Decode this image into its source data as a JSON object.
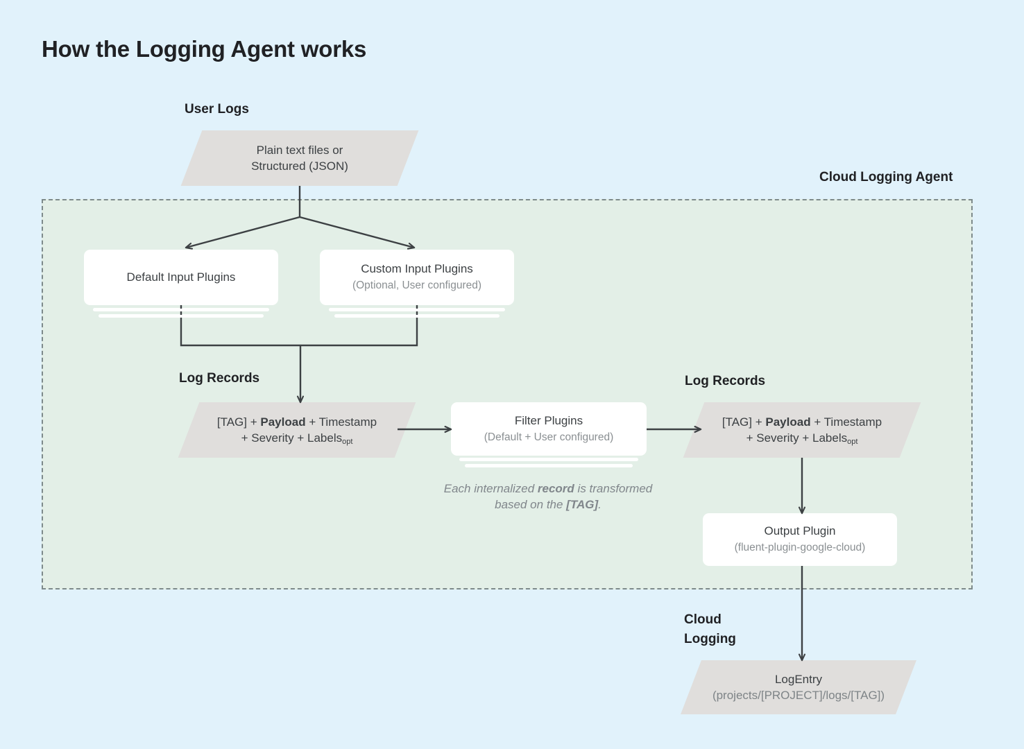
{
  "title": "How the Logging Agent works",
  "colors": {
    "page_background": "#e1f2fb",
    "agent_panel_background": "#e3efe7",
    "agent_panel_border": "#7d8a8a",
    "parallelogram_fill": "#e0dedc",
    "card_fill": "#ffffff",
    "connector": "#3c4043",
    "text_primary": "#202124",
    "text_secondary": "#3c4043",
    "text_muted": "#80868b"
  },
  "labels": {
    "user_logs": "User Logs",
    "cloud_logging_agent": "Cloud Logging Agent",
    "log_records_left": "Log Records",
    "log_records_right": "Log Records",
    "cloud_logging": "Cloud\nLogging"
  },
  "nodes": {
    "user_logs_source": {
      "shape": "parallelogram",
      "line1": "Plain text files or",
      "line2": "Structured (JSON)"
    },
    "default_input_plugins": {
      "shape": "card-stacked",
      "title": "Default Input Plugins",
      "subtitle": ""
    },
    "custom_input_plugins": {
      "shape": "card-stacked",
      "title": "Custom Input Plugins",
      "subtitle": "(Optional, User configured)"
    },
    "log_records_left": {
      "shape": "parallelogram",
      "line1_a": "[TAG] + ",
      "line1_b": "Payload",
      "line1_c": " + Timestamp",
      "line2": "+ Severity + Labels",
      "line2_sub": "opt"
    },
    "filter_plugins": {
      "shape": "card-stacked",
      "title": "Filter Plugins",
      "subtitle": "(Default + User configured)"
    },
    "log_records_right": {
      "shape": "parallelogram",
      "line1_a": "[TAG] + ",
      "line1_b": "Payload",
      "line1_c": " + Timestamp",
      "line2": "+ Severity + Labels",
      "line2_sub": "opt"
    },
    "output_plugin": {
      "shape": "card",
      "title": "Output Plugin",
      "subtitle": "(fluent-plugin-google-cloud)"
    },
    "log_entry": {
      "shape": "parallelogram",
      "line1": "LogEntry",
      "line2": "(projects/[PROJECT]/logs/[TAG])"
    }
  },
  "caption": {
    "part1": "Each internalized ",
    "part2_bold": "record",
    "part3": " is transformed based on the ",
    "part4_bold": "[TAG]",
    "part5": "."
  }
}
